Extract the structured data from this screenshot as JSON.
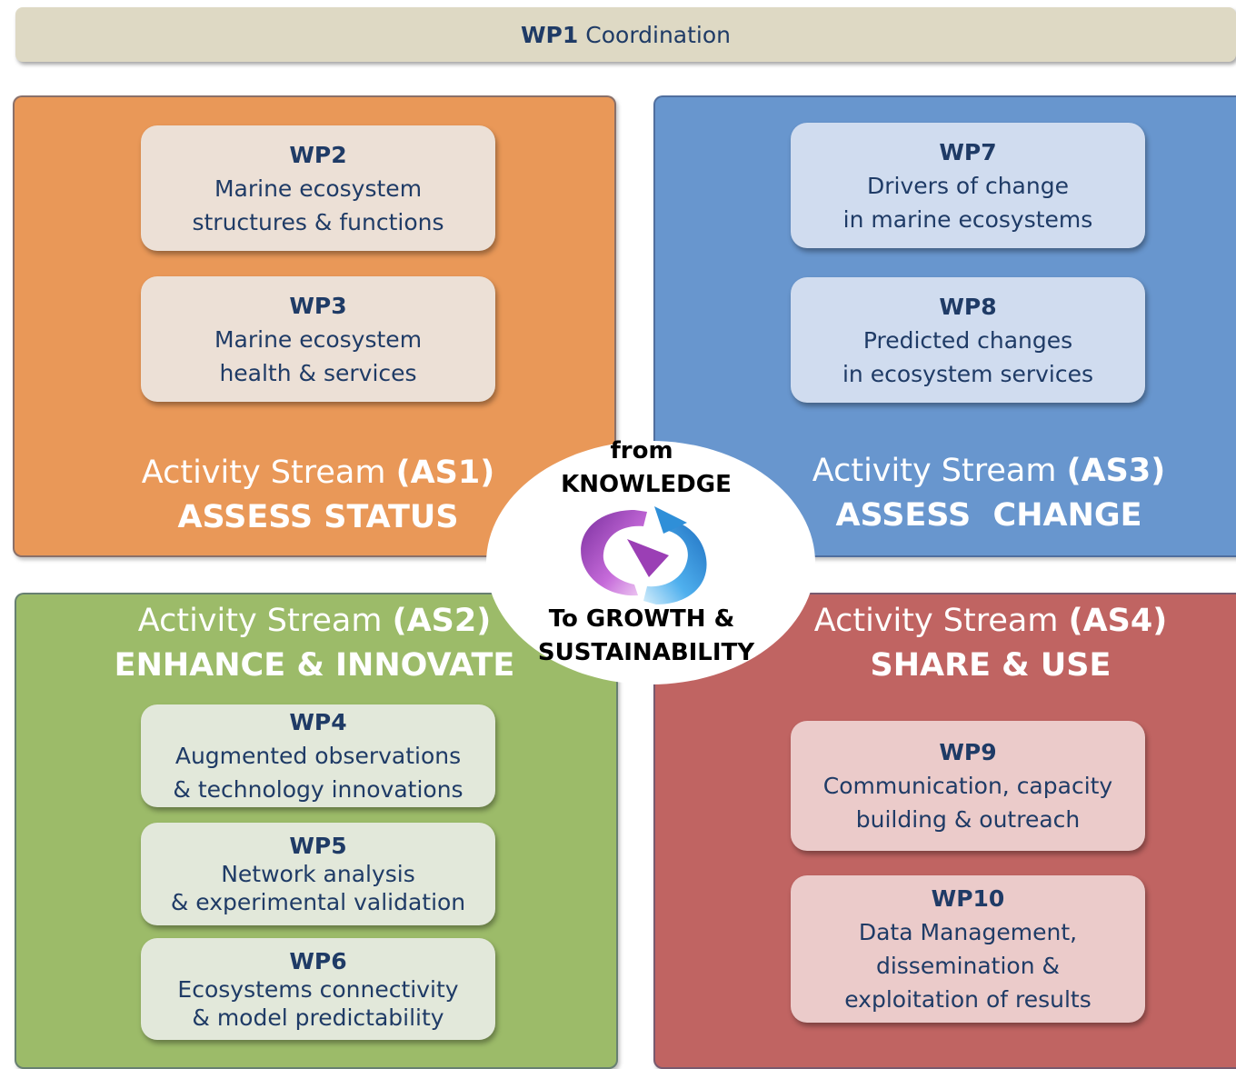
{
  "coordination": {
    "code": "WP1",
    "label": "Coordination"
  },
  "streams": {
    "as1": {
      "label": "Activity Stream",
      "tag": "(AS1)",
      "title": "ASSESS STATUS"
    },
    "as2": {
      "label": "Activity Stream",
      "tag": "(AS2)",
      "title": "ENHANCE & INNOVATE"
    },
    "as3": {
      "label": "Activity Stream",
      "tag": "(AS3)",
      "title": "ASSESS  CHANGE"
    },
    "as4": {
      "label": "Activity Stream",
      "tag": "(AS4)",
      "title": "SHARE & USE"
    }
  },
  "work_packages": {
    "wp2": {
      "code": "WP2",
      "lines": [
        "Marine ecosystem",
        "structures & functions"
      ]
    },
    "wp3": {
      "code": "WP3",
      "lines": [
        "Marine ecosystem",
        "health & services"
      ]
    },
    "wp4": {
      "code": "WP4",
      "lines": [
        "Augmented observations",
        "& technology innovations"
      ]
    },
    "wp5": {
      "code": "WP5",
      "lines": [
        "Network analysis",
        "& experimental validation"
      ]
    },
    "wp6": {
      "code": "WP6",
      "lines": [
        "Ecosystems connectivity",
        "& model predictability"
      ]
    },
    "wp7": {
      "code": "WP7",
      "lines": [
        "Drivers of change",
        "in marine ecosystems"
      ]
    },
    "wp8": {
      "code": "WP8",
      "lines": [
        "Predicted changes",
        "in ecosystem services"
      ]
    },
    "wp9": {
      "code": "WP9",
      "lines": [
        "Communication, capacity",
        "building & outreach"
      ]
    },
    "wp10": {
      "code": "WP10",
      "lines": [
        "Data Management,",
        "dissemination &",
        "exploitation of results"
      ]
    }
  },
  "center": {
    "from": "from",
    "knowledge": "KNOWLEDGE",
    "to_growth": "To GROWTH &",
    "sustainability": "SUSTAINABILITY"
  },
  "colors": {
    "as1": "#e99858",
    "as2": "#9cbb69",
    "as3": "#6896ce",
    "as4": "#c06462",
    "text_dark": "#1f3b66",
    "arrow_purple": "#9b3fb5",
    "arrow_blue": "#2f8fd8"
  }
}
